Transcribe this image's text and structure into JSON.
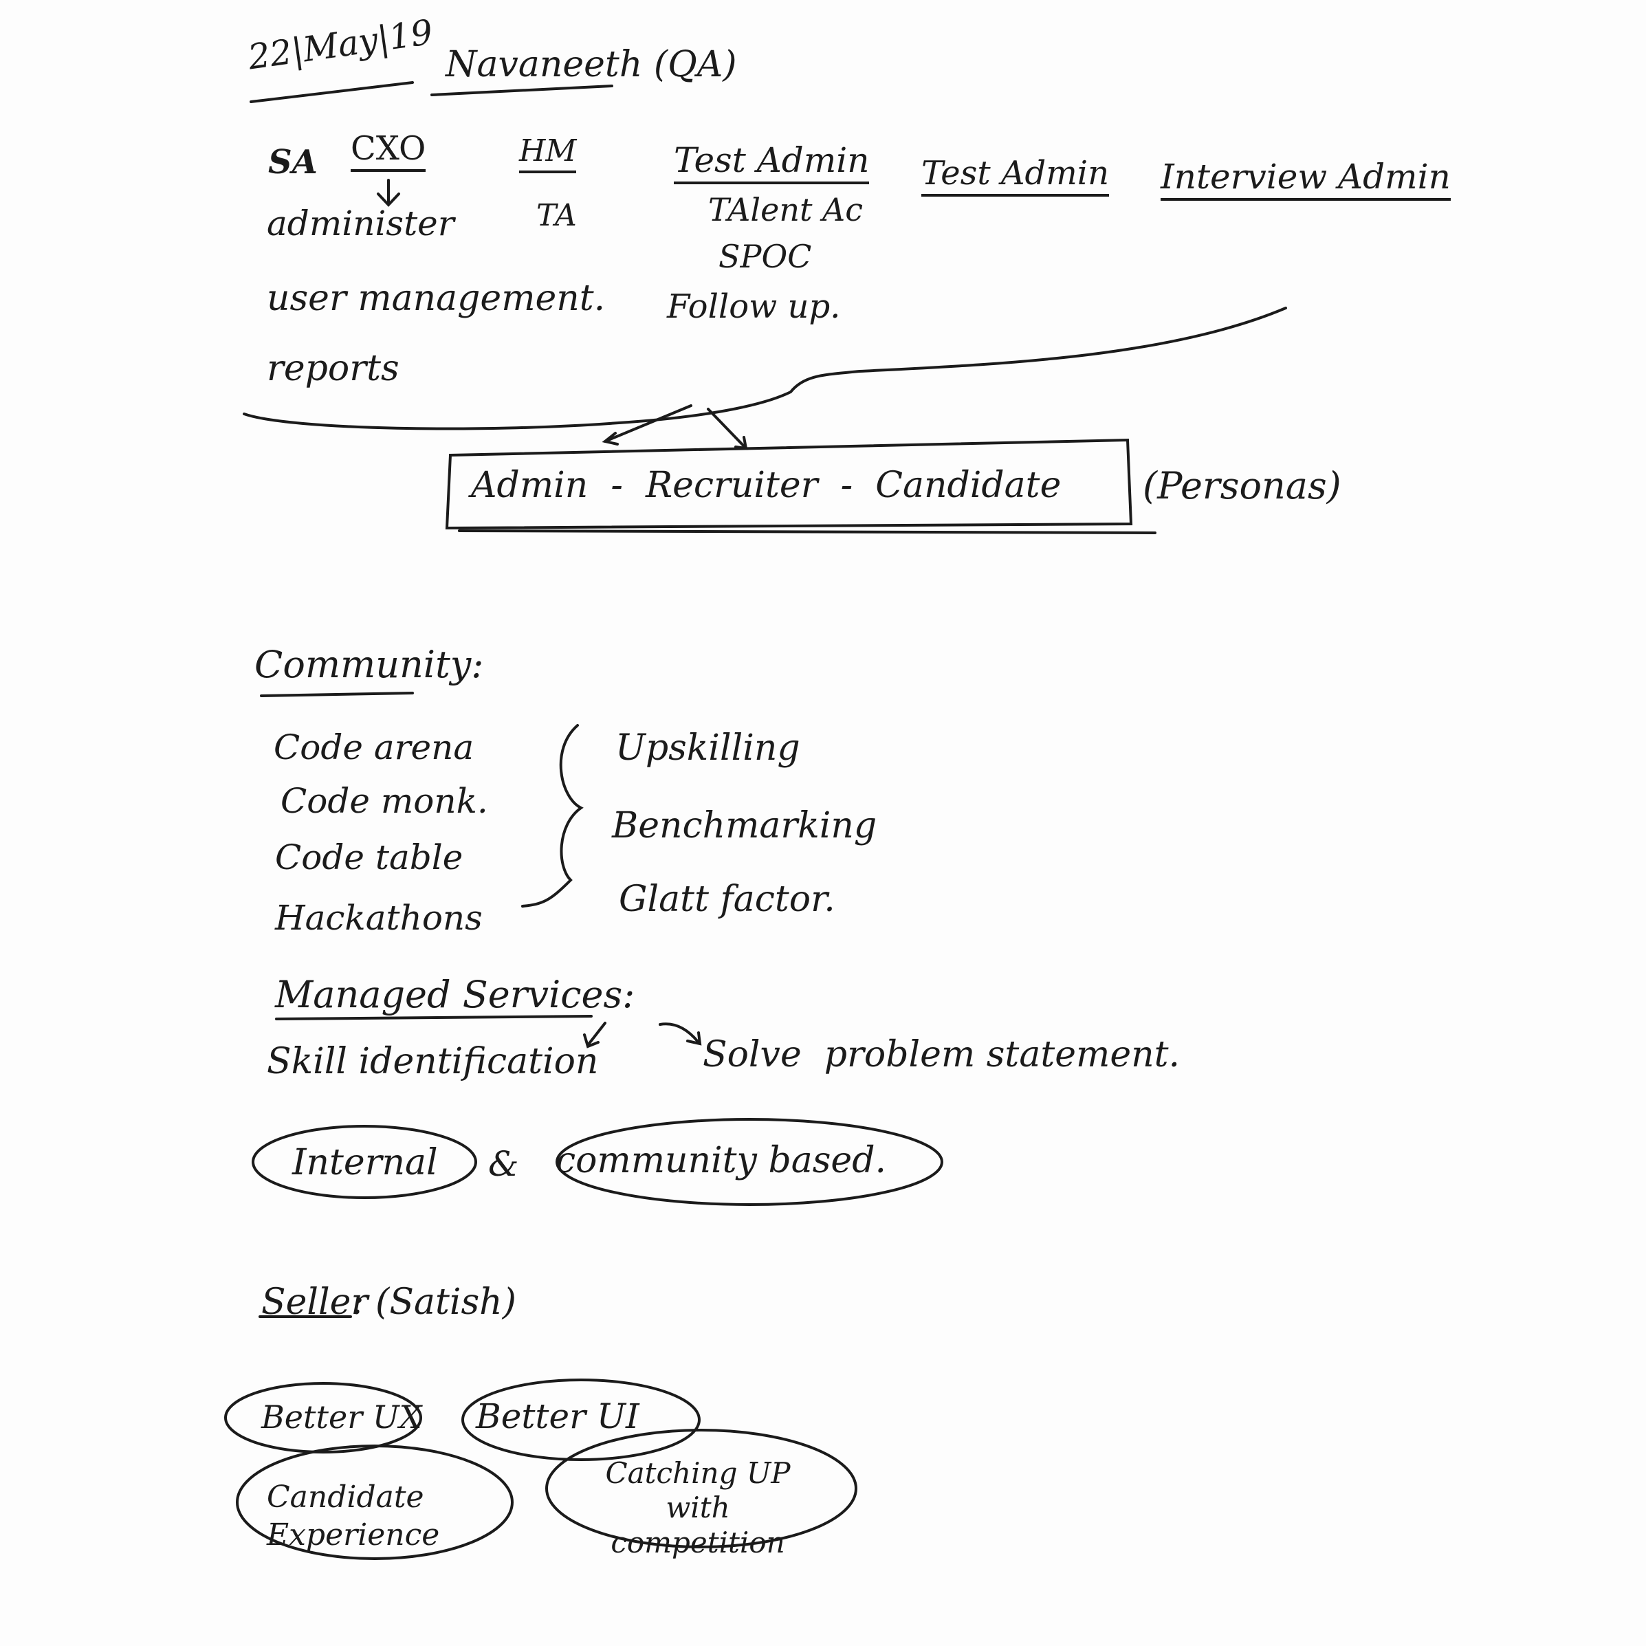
{
  "header": {
    "date": "22|May|19",
    "name": "Navaneeth (QA)"
  },
  "roles": {
    "sa": "SA",
    "cxo": "CXO",
    "administer": "administer",
    "user_management": "user management.",
    "reports": "reports",
    "hm": "HM",
    "ta": "TA",
    "test_admin_1": "Test Admin",
    "talent_ac": "TAlent Ac",
    "spoc": "SPOC",
    "follow_up": "Follow up.",
    "test_admin_2": "Test Admin",
    "interview_admin": "Interview Admin"
  },
  "personas": {
    "box": "Admin  -  Recruiter  -  Candidate",
    "label": "(Personas)"
  },
  "community": {
    "heading": "Community:",
    "items": [
      "Code arena",
      "Code monk.",
      "Code table",
      "Hackathons"
    ],
    "outcomes": [
      "Upskilling",
      "Benchmarking",
      "Glatt factor."
    ]
  },
  "managed_services": {
    "heading": "Managed Services:",
    "skill": "Skill identification",
    "solve": "Solve  problem statement.",
    "internal": "Internal",
    "amp": "&",
    "community_based": "community based."
  },
  "seller": {
    "heading": "Seller",
    "name": ": (Satish)",
    "points": [
      "Better UX",
      "Better UI",
      "Candidate Experience",
      "Catching UP with competition"
    ]
  }
}
